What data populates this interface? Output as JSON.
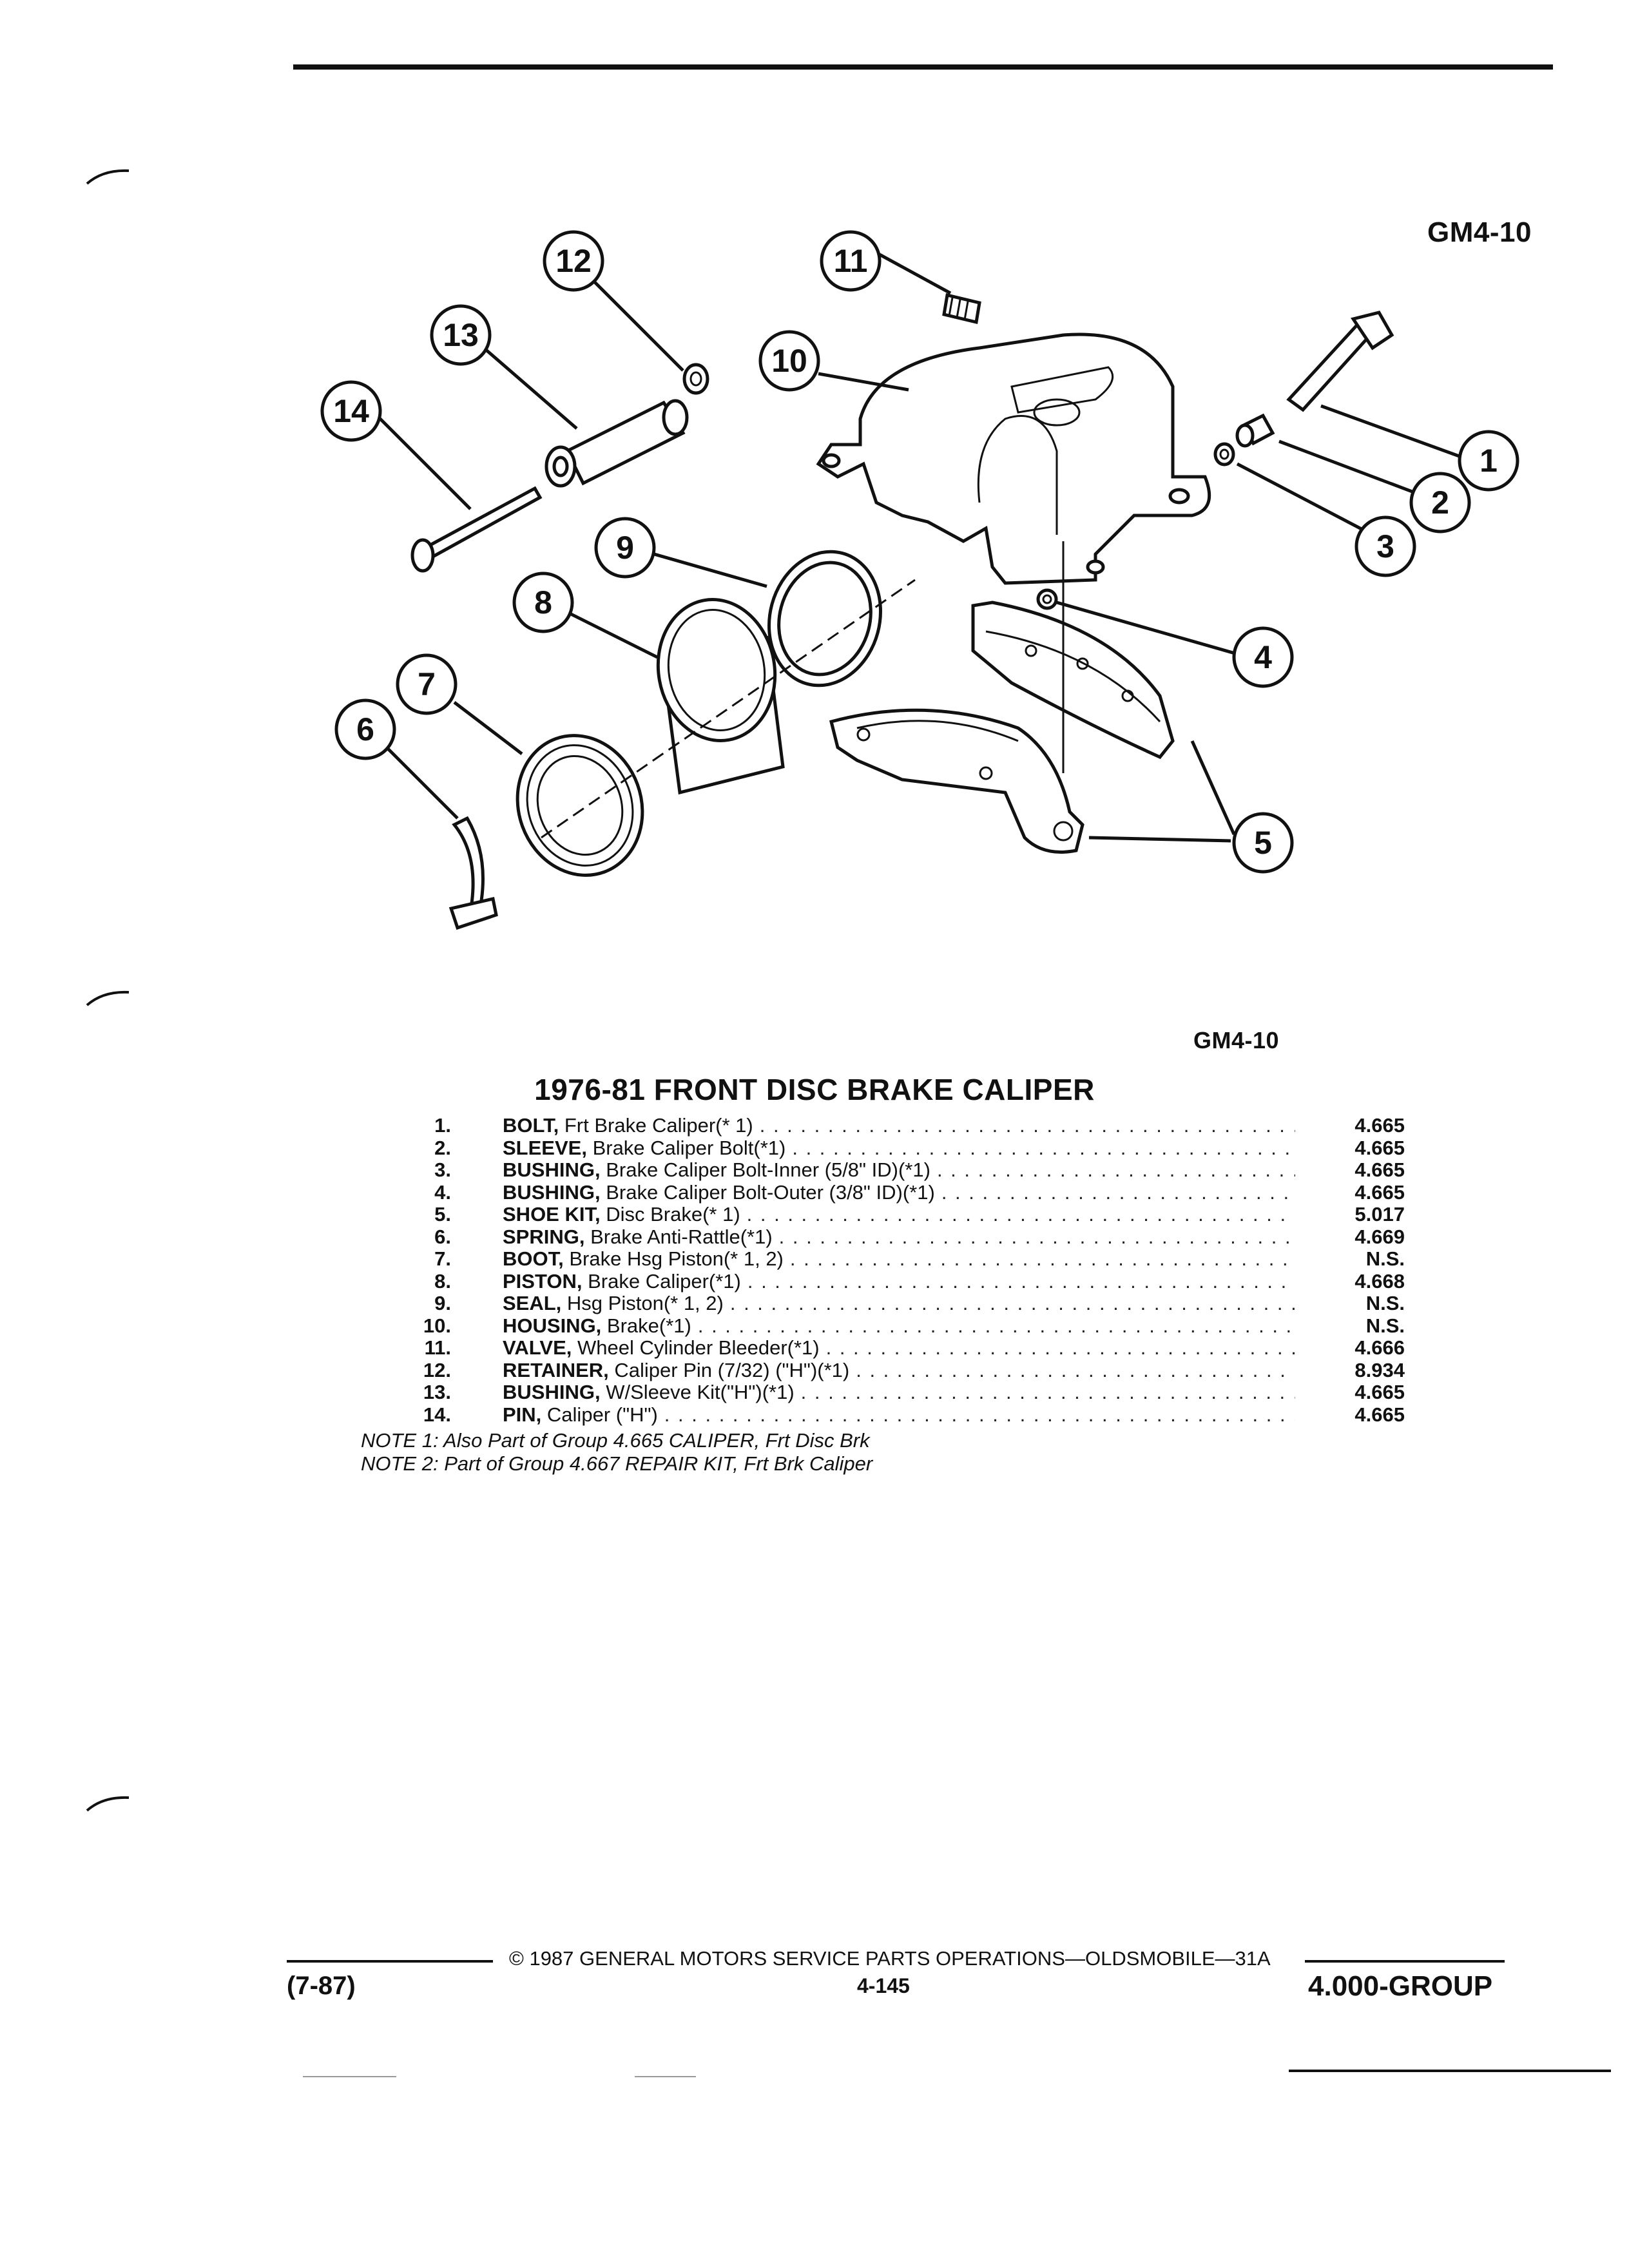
{
  "figure_code_top": "GM4-10",
  "figure_code_caption": "GM4-10",
  "title": "1976-81 FRONT DISC BRAKE CALIPER",
  "callouts": [
    "1",
    "2",
    "3",
    "4",
    "5",
    "5",
    "6",
    "7",
    "8",
    "9",
    "10",
    "11",
    "12",
    "13",
    "14"
  ],
  "parts": [
    {
      "num": "1.",
      "name": "BOLT,",
      "desc": "Frt Brake Caliper(* 1)",
      "group": "4.665"
    },
    {
      "num": "2.",
      "name": "SLEEVE,",
      "desc": "Brake Caliper Bolt(*1)",
      "group": "4.665"
    },
    {
      "num": "3.",
      "name": "BUSHING,",
      "desc": "Brake Caliper Bolt-Inner (5/8\" ID)(*1)",
      "group": "4.665"
    },
    {
      "num": "4.",
      "name": "BUSHING,",
      "desc": "Brake Caliper Bolt-Outer (3/8\" ID)(*1)",
      "group": "4.665"
    },
    {
      "num": "5.",
      "name": "SHOE KIT,",
      "desc": "Disc Brake(* 1)",
      "group": "5.017"
    },
    {
      "num": "6.",
      "name": "SPRING,",
      "desc": "Brake Anti-Rattle(*1)",
      "group": "4.669"
    },
    {
      "num": "7.",
      "name": "BOOT,",
      "desc": "Brake Hsg Piston(* 1, 2)",
      "group": "N.S."
    },
    {
      "num": "8.",
      "name": "PISTON,",
      "desc": "Brake Caliper(*1)",
      "group": "4.668"
    },
    {
      "num": "9.",
      "name": "SEAL,",
      "desc": "Hsg Piston(* 1, 2)",
      "group": "N.S."
    },
    {
      "num": "10.",
      "name": "HOUSING,",
      "desc": "Brake(*1)",
      "group": "N.S."
    },
    {
      "num": "11.",
      "name": "VALVE,",
      "desc": "Wheel Cylinder Bleeder(*1)",
      "group": "4.666"
    },
    {
      "num": "12.",
      "name": "RETAINER,",
      "desc": "Caliper Pin (7/32) (\"H\")(*1)",
      "group": "8.934"
    },
    {
      "num": "13.",
      "name": "BUSHING,",
      "desc": "W/Sleeve Kit(\"H\")(*1)",
      "group": "4.665"
    },
    {
      "num": "14.",
      "name": "PIN,",
      "desc": "Caliper (\"H\")",
      "group": "4.665"
    }
  ],
  "notes": [
    "NOTE 1: Also Part of Group 4.665 CALIPER, Frt Disc Brk",
    "NOTE 2: Part of Group 4.667 REPAIR KIT, Frt Brk Caliper"
  ],
  "footer": {
    "date": "(7-87)",
    "copyright": "© 1987 GENERAL MOTORS SERVICE PARTS OPERATIONS—OLDSMOBILE—31A",
    "page": "4-145",
    "group": "4.000-GROUP"
  }
}
